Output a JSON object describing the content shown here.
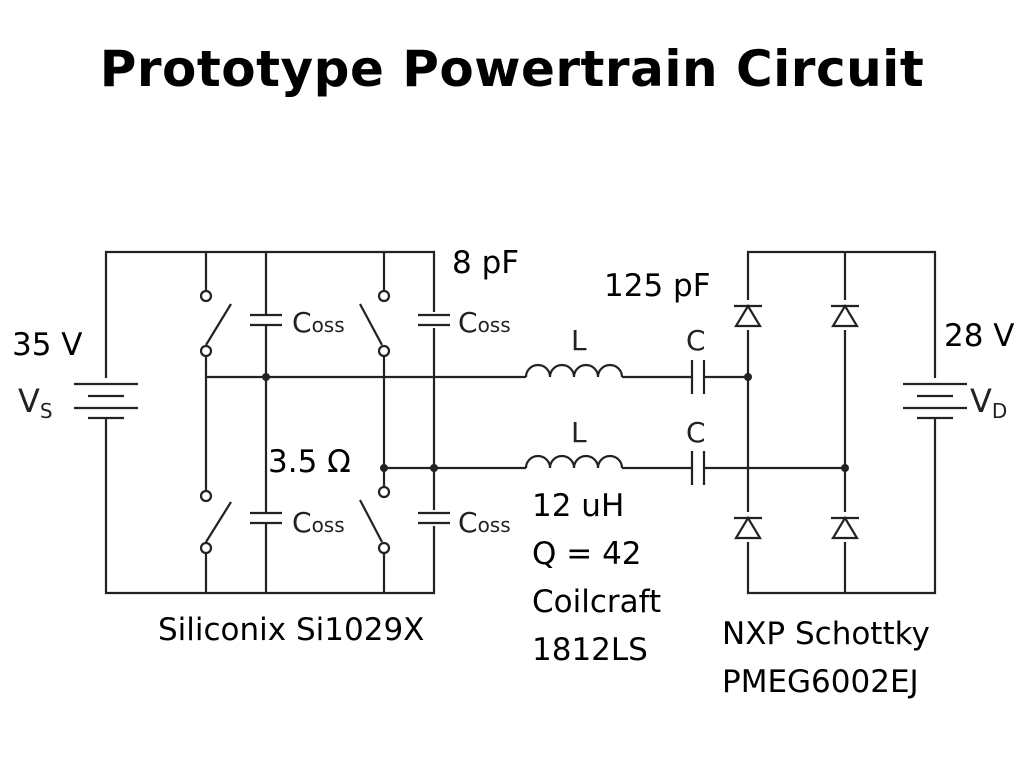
{
  "slide": {
    "title": "Prototype Powertrain Circuit"
  },
  "labels": {
    "source_voltage": "35 V",
    "source_symbol": "V",
    "source_subscript": "S",
    "load_voltage": "28 V",
    "load_symbol": "V",
    "load_subscript": "D",
    "coss_symbol": "C",
    "coss_subscript": "oss",
    "coss_value": "8 pF",
    "resistance": "3.5 Ω",
    "inductor_symbol": "L",
    "capacitor_symbol": "C",
    "capacitor_value": "125 pF",
    "inductor_value": "12 uH",
    "inductor_q": "Q = 42",
    "inductor_vendor": "Coilcraft",
    "inductor_part": "1812LS",
    "switch_part": "Siliconix Si1029X",
    "diode_vendor": "NXP Schottky",
    "diode_part": "PMEG6002EJ"
  },
  "colors": {
    "wire": "#222222",
    "text": "#000000",
    "background": "#ffffff"
  }
}
